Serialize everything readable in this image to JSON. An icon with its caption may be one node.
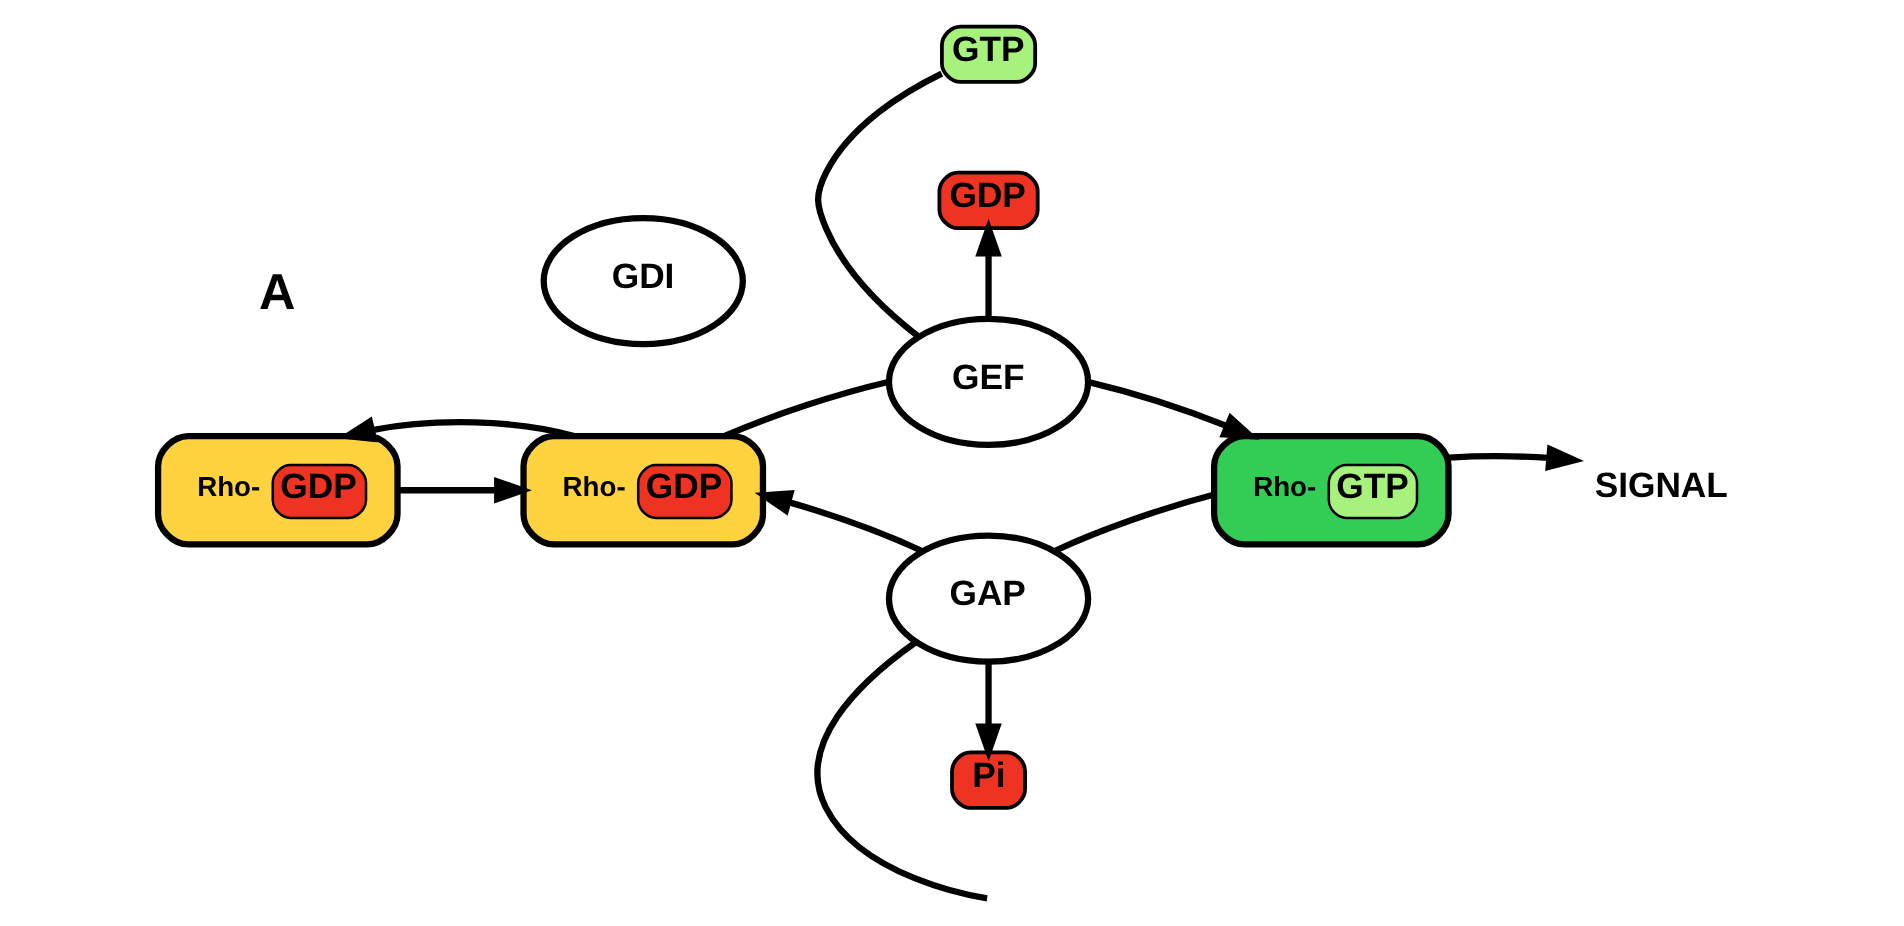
{
  "diagram": {
    "nodes": [
      {
        "text": [
          "GTP"
        ]
      },
      {
        "text": [
          "GDP"
        ]
      },
      {
        "text": [
          "GEF"
        ]
      },
      {
        "text": [
          "Rho-",
          "GDP"
        ]
      },
      {
        "text": [
          "GDI"
        ]
      },
      {
        "text": [
          "Rho-",
          "GDP"
        ]
      },
      {
        "text": [
          "Rho-",
          "GTP"
        ]
      },
      {
        "text": [
          "SIGNAL"
        ]
      },
      {
        "text": [
          "GAP"
        ]
      },
      {
        "text": [
          "Pi"
        ]
      }
    ],
    "edges": [
      {
        "from": 0,
        "to": 2,
        "arrow": "none"
      },
      {
        "from": 2,
        "to": 1,
        "arrow": "to"
      },
      {
        "from": 5,
        "to": 2,
        "arrow": "none"
      },
      {
        "from": 2,
        "to": 6,
        "arrow": "to"
      },
      {
        "from": 6,
        "to": 8,
        "arrow": "none"
      },
      {
        "from": 8,
        "to": 5,
        "arrow": "to"
      },
      {
        "from": null,
        "to": 8,
        "arrow": "none"
      },
      {
        "from": 8,
        "to": 9,
        "arrow": "to"
      },
      {
        "from": 3,
        "to": 5,
        "arrow": "to"
      },
      {
        "from": 5,
        "to": 3,
        "arrow": "to"
      },
      {
        "from": 6,
        "to": 7,
        "arrow": "to"
      }
    ],
    "labels": [
      "A"
    ]
  }
}
